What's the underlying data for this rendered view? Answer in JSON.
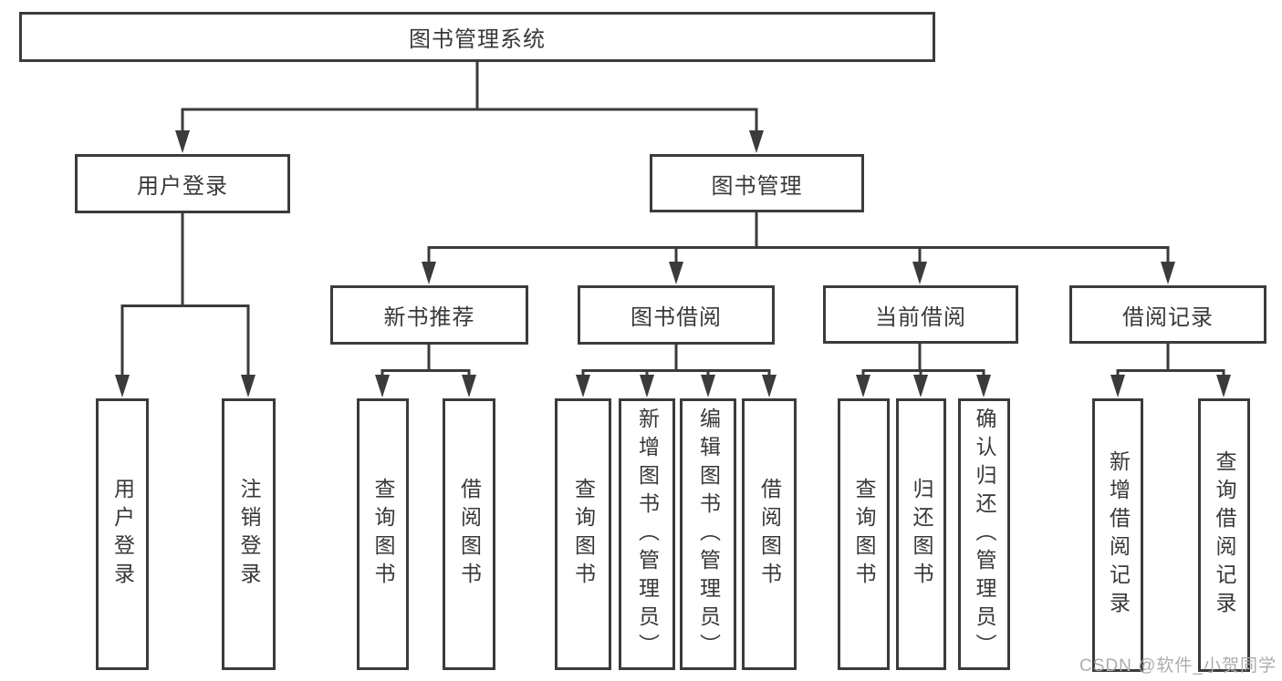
{
  "tree": {
    "root": {
      "label": "图书管理系统",
      "children": [
        {
          "label": "用户登录",
          "children": [
            {
              "label": "用户登录"
            },
            {
              "label": "注销登录"
            }
          ]
        },
        {
          "label": "图书管理",
          "children": [
            {
              "label": "新书推荐",
              "children": [
                {
                  "label": "查询图书"
                },
                {
                  "label": "借阅图书"
                }
              ]
            },
            {
              "label": "图书借阅",
              "children": [
                {
                  "label": "查询图书"
                },
                {
                  "label": "新增图书（管理员）"
                },
                {
                  "label": "编辑图书（管理员）"
                },
                {
                  "label": "借阅图书"
                }
              ]
            },
            {
              "label": "当前借阅",
              "children": [
                {
                  "label": "查询图书"
                },
                {
                  "label": "归还图书"
                },
                {
                  "label": "确认归还（管理员）"
                }
              ]
            },
            {
              "label": "借阅记录",
              "children": [
                {
                  "label": "新增借阅记录"
                },
                {
                  "label": "查询借阅记录"
                }
              ]
            }
          ]
        }
      ]
    },
    "watermark": "CSDN @软件_小贺同学",
    "colors": {
      "line": "#3b3b3b",
      "text": "#383838",
      "watermark": "#adadad",
      "background": "#ffffff"
    }
  }
}
